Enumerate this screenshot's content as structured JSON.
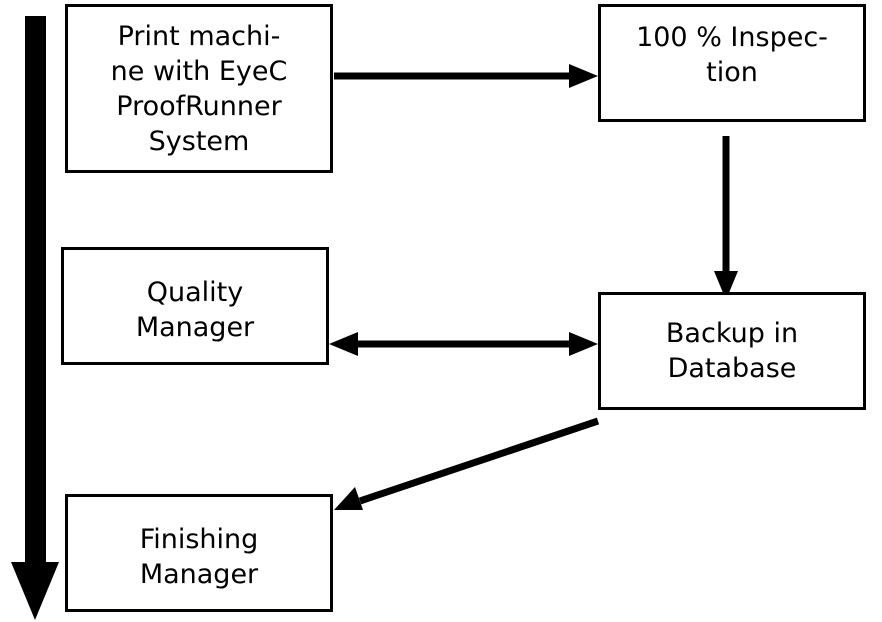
{
  "diagram": {
    "nodes": {
      "print_machine": "Print machi-\nne with EyeC\nProofRunner\nSystem",
      "inspection": "100 % Inspec-\ntion",
      "quality_manager": "Quality\nManager",
      "backup_database": "Backup in\nDatabase",
      "finishing_manager": "Finishing\nManager"
    },
    "edges": [
      {
        "from": "print_machine",
        "to": "inspection",
        "direction": "forward"
      },
      {
        "from": "inspection",
        "to": "backup_database",
        "direction": "forward"
      },
      {
        "from": "quality_manager",
        "to": "backup_database",
        "direction": "both"
      },
      {
        "from": "backup_database",
        "to": "finishing_manager",
        "direction": "forward"
      }
    ],
    "flow_arrow": {
      "direction": "down"
    },
    "colors": {
      "stroke": "#000000",
      "fill": "#ffffff",
      "text": "#000000"
    }
  }
}
